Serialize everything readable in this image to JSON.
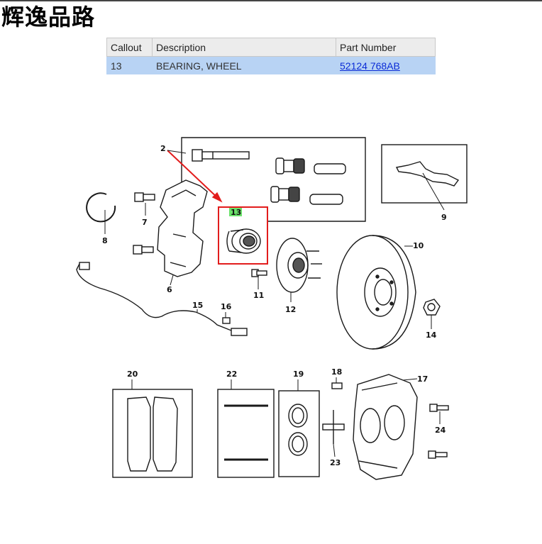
{
  "page_title": "辉逸品路",
  "table": {
    "headers": [
      "Callout",
      "Description",
      "Part Number"
    ],
    "row": {
      "callout": "13",
      "description": "BEARING, WHEEL",
      "part_number": "52124 768AB"
    },
    "highlight_color": "#b8d3f4",
    "link_color": "#0a2bd6"
  },
  "diagram": {
    "highlight_box_color": "#e21c1c",
    "highlight_label_bg": "#6be26b",
    "highlighted_callout": "13",
    "callouts": {
      "c2": "2",
      "c6": "6",
      "c7": "7",
      "c8": "8",
      "c9": "9",
      "c10": "10",
      "c11": "11",
      "c12": "12",
      "c13": "13",
      "c14": "14",
      "c15": "15",
      "c16": "16",
      "c17": "17",
      "c18": "18",
      "c19": "19",
      "c20": "20",
      "c22": "22",
      "c23": "23",
      "c24": "24"
    }
  }
}
